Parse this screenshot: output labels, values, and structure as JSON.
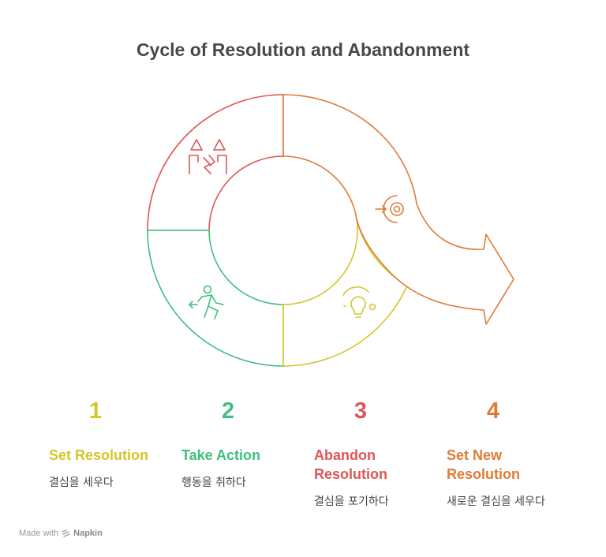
{
  "title": "Cycle of Resolution and Abandonment",
  "colors": {
    "step1": "#d4c52b",
    "step2": "#3fbf7f",
    "step3": "#e05555",
    "step4": "#e07b35"
  },
  "icons": {
    "step1": "lightbulb-icon",
    "step2": "running-person-icon",
    "step3": "broken-arrows-icon",
    "step4": "target-arrow-icon"
  },
  "steps": [
    {
      "number": "1",
      "title": "Set Resolution",
      "desc": "결심을 세우다"
    },
    {
      "number": "2",
      "title": "Take Action",
      "desc": "행동을 취하다"
    },
    {
      "number": "3",
      "title": "Abandon\nResolution",
      "desc": "결심을 포기하다"
    },
    {
      "number": "4",
      "title": "Set New\nResolution",
      "desc": "새로운 결심을 세우다"
    }
  ],
  "footer": {
    "prefix": "Made with",
    "brand": "Napkin"
  }
}
